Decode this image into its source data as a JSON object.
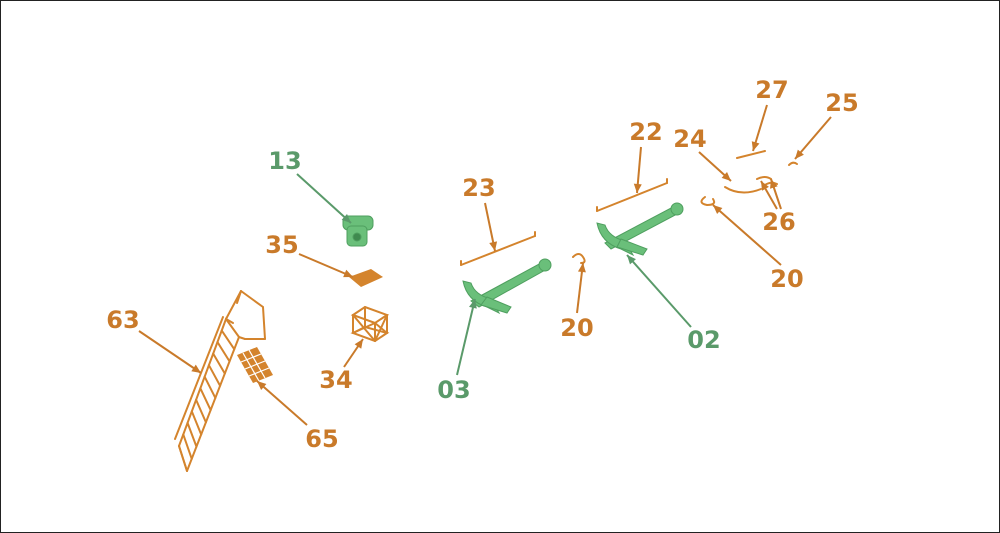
{
  "colors": {
    "brass": "#d4842d",
    "brass_dark": "#b96a1c",
    "resin": "#6abf7a",
    "resin_dark": "#4f9f5f",
    "green_label": "#5a9a6a",
    "orange_label": "#c97a2a"
  },
  "parts": {
    "p13": {
      "label": "13",
      "material": "resin"
    },
    "p35": {
      "label": "35",
      "material": "brass"
    },
    "p34": {
      "label": "34",
      "material": "brass"
    },
    "p63": {
      "label": "63",
      "material": "brass"
    },
    "p65": {
      "label": "65",
      "material": "brass"
    },
    "p23": {
      "label": "23",
      "material": "brass"
    },
    "p03": {
      "label": "03",
      "material": "resin"
    },
    "p20a": {
      "label": "20",
      "material": "brass"
    },
    "p22": {
      "label": "22",
      "material": "brass"
    },
    "p02": {
      "label": "02",
      "material": "resin"
    },
    "p24": {
      "label": "24",
      "material": "brass"
    },
    "p27": {
      "label": "27",
      "material": "brass"
    },
    "p25": {
      "label": "25",
      "material": "brass"
    },
    "p26": {
      "label": "26",
      "material": "brass"
    },
    "p20b": {
      "label": "20",
      "material": "brass"
    }
  }
}
